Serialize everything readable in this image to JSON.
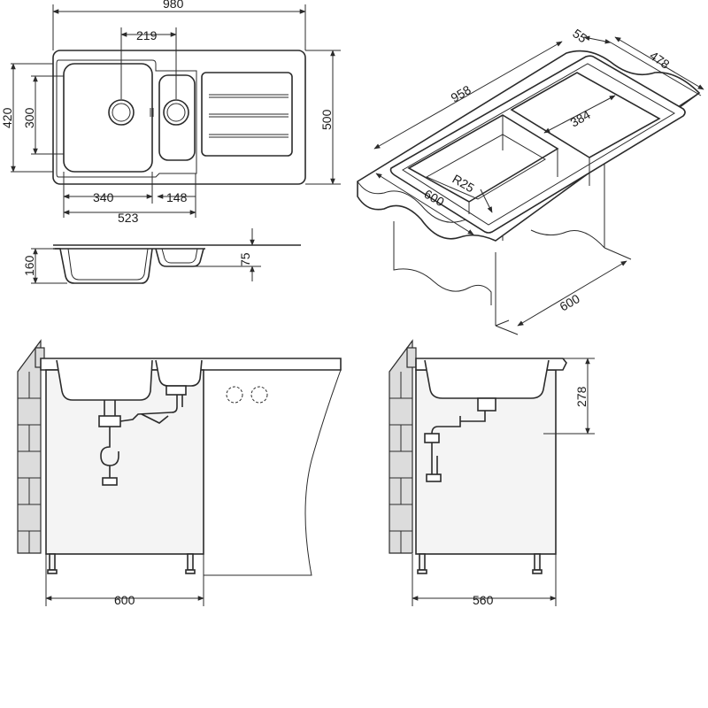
{
  "dimensions": {
    "overall_length": "980",
    "bowl_center_spacing": "219",
    "inner_height": "420",
    "bowl_height": "300",
    "overall_width": "500",
    "main_bowl_width": "340",
    "small_bowl_width": "148",
    "bowls_total_width": "523",
    "depth_main": "160",
    "depth_small": "75",
    "iso_flange": "55",
    "iso_width": "478",
    "iso_length": "958",
    "iso_small_bowl": "384",
    "corner_radius": "R25",
    "iso_cutout_width": "600",
    "iso_cabinet_depth": "600",
    "front_cabinet_width": "600",
    "side_cabinet_depth": "560",
    "side_sink_height": "278"
  }
}
